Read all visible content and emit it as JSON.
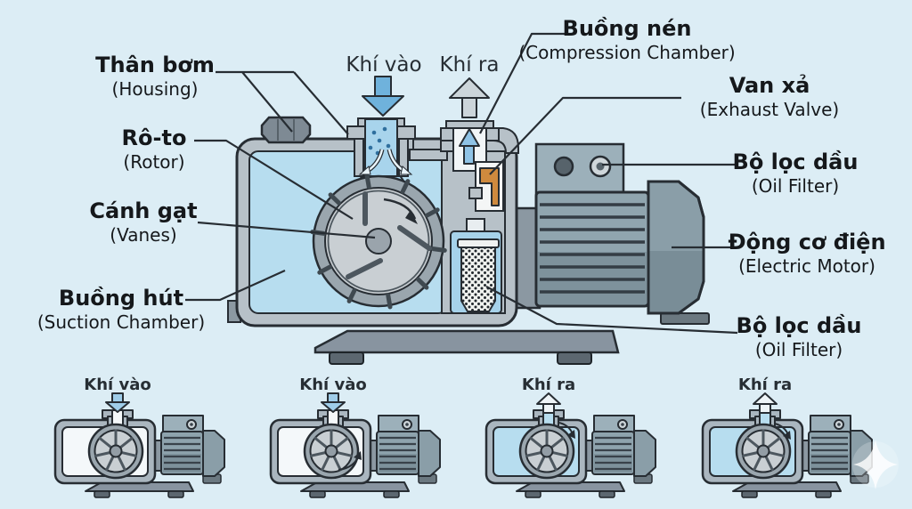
{
  "colors": {
    "background": "#dcedf5",
    "housing_gray": "#b7c1c8",
    "chamber_blue": "#b7ddef",
    "outline": "#272d33",
    "valve_orange": "#cf8a3e",
    "inlet_arrow_blue": "#6fb2dc",
    "outlet_arrow_gray": "#ccd5da",
    "motor_gray": "#90a5af",
    "text": "#15181b"
  },
  "labels": {
    "housing": {
      "vi": "Thân bơm",
      "en": "(Housing)"
    },
    "rotor": {
      "vi": "Rô-to",
      "en": "(Rotor)"
    },
    "vanes": {
      "vi": "Cánh gạt",
      "en": "(Vanes)"
    },
    "suction_chamber": {
      "vi": "Buồng hút",
      "en": "(Suction Chamber)"
    },
    "compression_chamber": {
      "vi": "Buồng nén",
      "en": "(Compression Chamber)"
    },
    "exhaust_valve": {
      "vi": "Van xả",
      "en": "(Exhaust Valve)"
    },
    "oil_filter_top": {
      "vi": "Bộ lọc dầu",
      "en": "(Oil Filter)"
    },
    "electric_motor": {
      "vi": "Động cơ điện",
      "en": "(Electric Motor)"
    },
    "oil_filter_bottom": {
      "vi": "Bộ lọc dầu",
      "en": "(Oil Filter)"
    }
  },
  "flow": {
    "inlet": "Khí vào",
    "outlet": "Khí ra"
  },
  "mini_pumps": [
    {
      "label": "Khí vào"
    },
    {
      "label": "Khí vào"
    },
    {
      "label": "Khí ra"
    },
    {
      "label": "Khí ra"
    }
  ]
}
